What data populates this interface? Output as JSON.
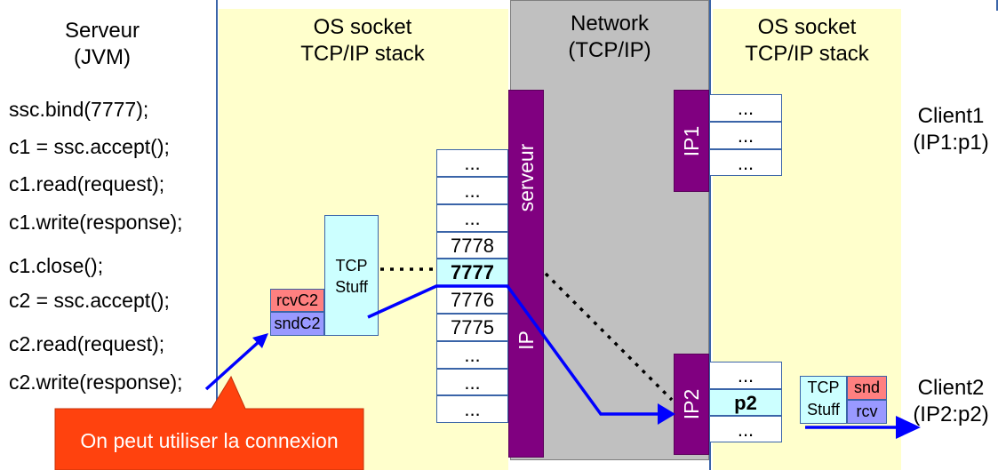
{
  "server": {
    "title_line1": "Serveur",
    "title_line2": "(JVM)",
    "code": [
      "ssc.bind(7777);",
      "c1 = ssc.accept();",
      "c1.read(request);",
      "c1.write(response);",
      "c1.close();",
      "c2 = ssc.accept();",
      "c2.read(request);",
      "c2.write(response);"
    ]
  },
  "os_left": {
    "title_line1": "OS socket",
    "title_line2": "TCP/IP stack",
    "tcp_stuff_line1": "TCP",
    "tcp_stuff_line2": "Stuff",
    "buffer_rcv": "rcvC2",
    "buffer_snd": "sndC2",
    "ports": [
      "...",
      "...",
      "...",
      "7778",
      "7777",
      "7776",
      "7775",
      "...",
      "...",
      "..."
    ]
  },
  "network": {
    "title_line1": "Network",
    "title_line2": "(TCP/IP)",
    "server_label": "serveur",
    "ip_label": "IP",
    "ip1_label": "IP1",
    "ip2_label": "IP2"
  },
  "os_right": {
    "title_line1": "OS socket",
    "title_line2": "TCP/IP stack",
    "ip1_ports": [
      "...",
      "...",
      "..."
    ],
    "ip2_ports": [
      "...",
      "p2",
      "..."
    ],
    "tcp_stuff_line1": "TCP",
    "tcp_stuff_line2": "Stuff",
    "buffer_snd": "snd",
    "buffer_rcv": "rcv"
  },
  "clients": {
    "client1_line1": "Client1",
    "client1_line2": "(IP1:p1)",
    "client2_line1": "Client2",
    "client2_line2": "(IP2:p2)"
  },
  "callout": {
    "text": "On peut utiliser la connexion"
  },
  "colors": {
    "os_bg": "#ffffcc",
    "network_bg": "#c0c0c0",
    "purple": "#800080",
    "arrow": "#0000ff",
    "callout": "#ff420e",
    "rcv": "#ff8080",
    "snd": "#9999ff",
    "tcp": "#ccffff"
  }
}
